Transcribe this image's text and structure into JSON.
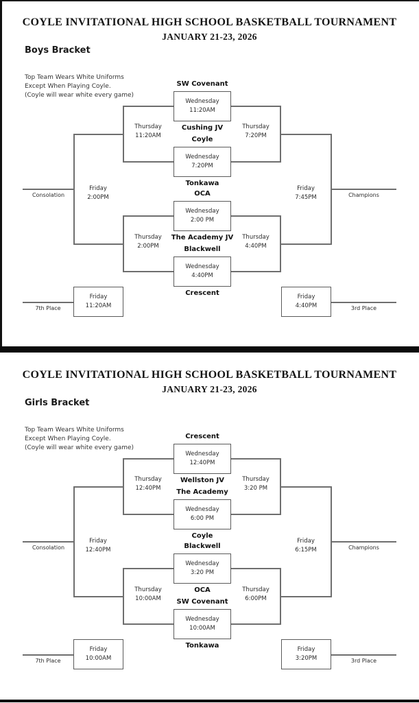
{
  "page": {
    "title_line1": "COYLE INVITATIONAL HIGH SCHOOL BASKETBALL TOURNAMENT",
    "title_line2": "JANUARY 21-23, 2026"
  },
  "notes": [
    "Top Team Wears White Uniforms",
    "Except When Playing Coyle.",
    "(Coyle will wear white every game)"
  ],
  "boys": {
    "bracket_name": "Boys Bracket",
    "games": [
      {
        "top_team": "SW Covenant",
        "bottom_team": "Cushing JV",
        "day": "Wednesday",
        "time": "11:20AM"
      },
      {
        "top_team": "Coyle",
        "bottom_team": "Tonkawa",
        "day": "Wednesday",
        "time": "7:20PM"
      },
      {
        "top_team": "OCA",
        "bottom_team": "The Academy JV",
        "day": "Wednesday",
        "time": "2:00 PM"
      },
      {
        "top_team": "Blackwell",
        "bottom_team": "Crescent",
        "day": "Wednesday",
        "time": "4:40PM"
      }
    ],
    "semifinals": {
      "left_top": {
        "day": "Thursday",
        "time": "11:20AM"
      },
      "right_top": {
        "day": "Thursday",
        "time": "7:20PM"
      },
      "left_bottom": {
        "day": "Thursday",
        "time": "2:00PM"
      },
      "right_bottom": {
        "day": "Thursday",
        "time": "4:40PM"
      }
    },
    "consolation": {
      "label": "Consolation",
      "day": "Friday",
      "time": "2:00PM"
    },
    "championship": {
      "label": "Champions",
      "day": "Friday",
      "time": "7:45PM"
    },
    "seventh_place": {
      "label": "7th Place",
      "day": "Friday",
      "time": "11:20AM"
    },
    "third_place": {
      "label": "3rd Place",
      "day": "Friday",
      "time": "4:40PM"
    }
  },
  "girls": {
    "bracket_name": "Girls Bracket",
    "games": [
      {
        "top_team": "Crescent",
        "bottom_team": "Wellston JV",
        "day": "Wednesday",
        "time": "12:40PM"
      },
      {
        "top_team": "The Academy",
        "bottom_team": "Coyle",
        "day": "Wednesday",
        "time": "6:00 PM"
      },
      {
        "top_team": "Blackwell",
        "bottom_team": "OCA",
        "day": "Wednesday",
        "time": "3:20 PM"
      },
      {
        "top_team": "SW Covenant",
        "bottom_team": "Tonkawa",
        "day": "Wednesday",
        "time": "10:00AM"
      }
    ],
    "semifinals": {
      "left_top": {
        "day": "Thursday",
        "time": "12:40PM"
      },
      "right_top": {
        "day": "Thursday",
        "time": "3:20 PM"
      },
      "left_bottom": {
        "day": "Thursday",
        "time": "10:00AM"
      },
      "right_bottom": {
        "day": "Thursday",
        "time": "6:00PM"
      }
    },
    "consolation": {
      "label": "Consolation",
      "day": "Friday",
      "time": "12:40PM"
    },
    "championship": {
      "label": "Champions",
      "day": "Friday",
      "time": "6:15PM"
    },
    "seventh_place": {
      "label": "7th Place",
      "day": "Friday",
      "time": "10:00AM"
    },
    "third_place": {
      "label": "3rd Place",
      "day": "Friday",
      "time": "3:20PM"
    }
  }
}
